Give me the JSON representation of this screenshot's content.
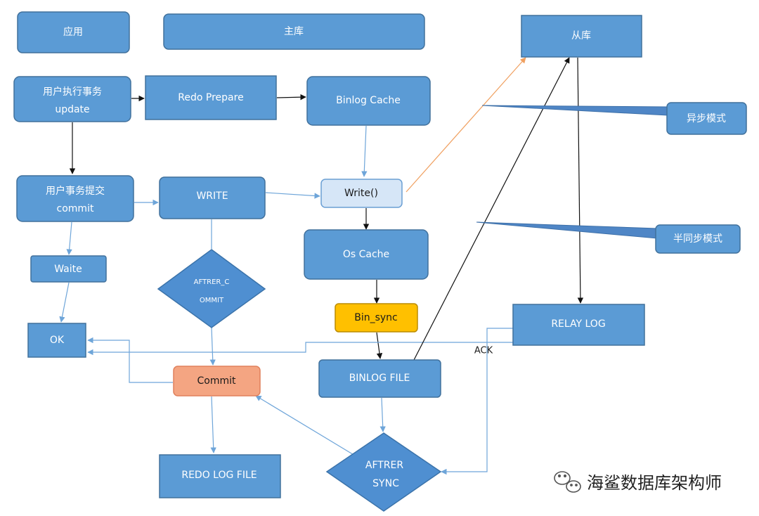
{
  "nodes": {
    "app": "应用",
    "master": "主库",
    "slave": "从库",
    "txn_update_line1": "用户执行事务",
    "txn_update_line2": "update",
    "redo_prepare": "Redo Prepare",
    "binlog_cache": "Binlog Cache",
    "async_mode": "异步模式",
    "txn_commit_line1": "用户事务提交",
    "txn_commit_line2": "commit",
    "write": "WRITE",
    "write_call": "Write()",
    "semi_sync_mode": "半同步模式",
    "os_cache": "Os Cache",
    "waite": "Waite",
    "after_commit_line1": "AFTRER_C",
    "after_commit_line2": "OMMIT",
    "bin_sync": "Bin_sync",
    "relay_log": "RELAY LOG",
    "ok": "OK",
    "ack": "ACK",
    "commit": "Commit",
    "binlog_file": "BINLOG FILE",
    "after_sync_line1": "AFTRER",
    "after_sync_line2": "SYNC",
    "redo_log_file": "REDO LOG FILE"
  },
  "watermark": "海鲨数据库架构师",
  "colors": {
    "box_blue": "#5b9bd5",
    "write_call_fill": "#d6e6f7",
    "bin_sync_fill": "#ffc000",
    "commit_fill": "#f4a582",
    "arrow_black": "#111111",
    "arrow_blue": "#6ea5d9",
    "arrow_orange": "#f0a060"
  },
  "icons": {
    "watermark_logo": "wechat-icon"
  }
}
